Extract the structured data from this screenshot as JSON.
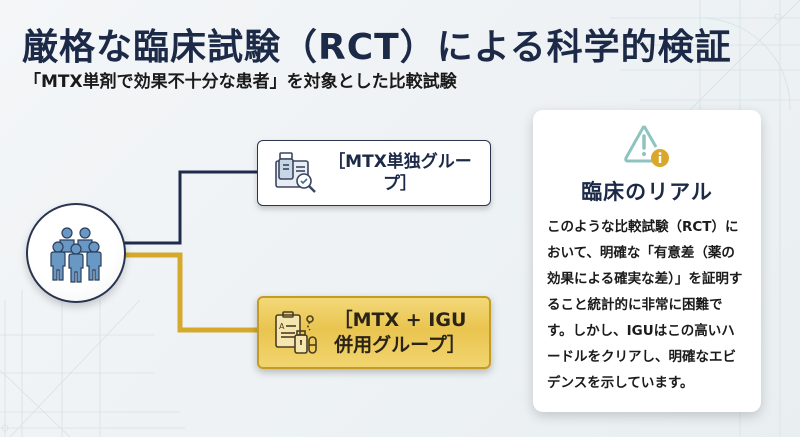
{
  "header": {
    "title": "厳格な臨床試験（RCT）による科学的検証",
    "subtitle": "「MTX単剤で効果不十分な患者」を対象とした比較試験"
  },
  "diagram": {
    "hub": {
      "icon": "patient-group-icon"
    },
    "groups": [
      {
        "label": "［MTX単独グループ］",
        "icon": "medicine-document-search-icon",
        "connector_color": "#1f2b4a"
      },
      {
        "label_line1": "［MTX + IGU",
        "label_line2": "併用グループ］",
        "icon": "clipboard-medicine-icon",
        "connector_color": "#d4a92c"
      }
    ]
  },
  "card": {
    "icon": "warning-info-icon",
    "title": "臨床のリアル",
    "body": "このような比較試験（RCT）において、明確な「有意差（薬の効果による確実な差）」を証明すること統計的に非常に困難です。しかし、IGUはこの高いハードルをクリアし、明確なエビデンスを示しています。"
  },
  "colors": {
    "navy": "#1c2a48",
    "gold": "#d4a92c",
    "teal": "#8fc3c0",
    "blue_figure": "#6a98c4"
  }
}
